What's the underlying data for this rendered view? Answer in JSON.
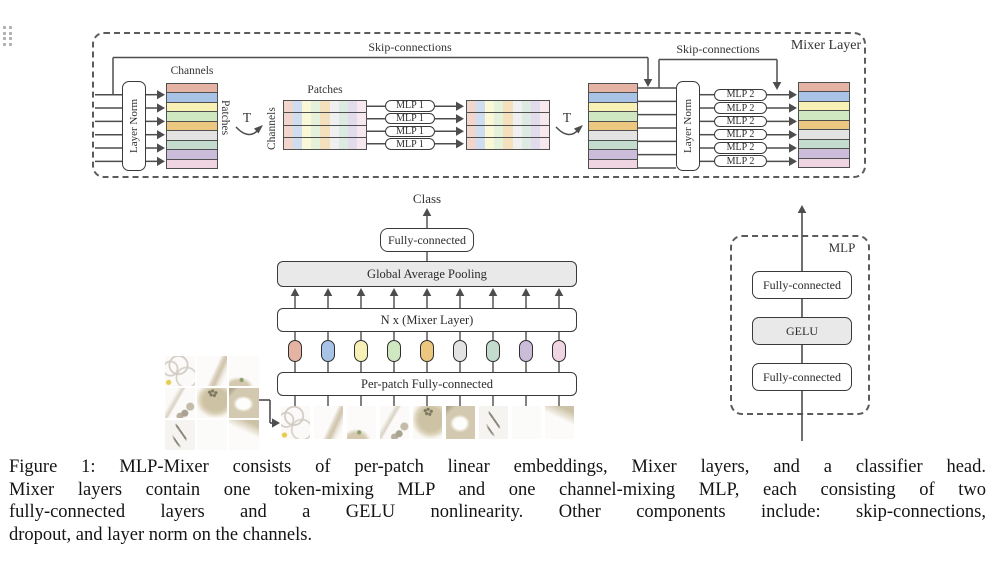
{
  "palette": {
    "row_colors": [
      "#e5b3a3",
      "#a8c3e6",
      "#f7f1b5",
      "#cfe8c1",
      "#ebc77f",
      "#e3e3e3",
      "#c3dcce",
      "#cbbdd9",
      "#efd5e1"
    ],
    "row_colors_light": [
      "#f1d6cd",
      "#cfddf1",
      "#fbf8d7",
      "#e4f2dc",
      "#f4e0bc",
      "#f0f0f0",
      "#dcebe2",
      "#e2dbec",
      "#f7e7ee"
    ],
    "line_color": "#4d4d4d",
    "box_gray": "#e9e9e9"
  },
  "mixer": {
    "title": "Mixer Layer",
    "skip1": "Skip-connections",
    "skip2": "Skip-connections",
    "layer_norm1": "Layer Norm",
    "layer_norm2": "Layer Norm",
    "channels_top": "Channels",
    "patches_side": "Patches",
    "patches_top": "Patches",
    "channels_side": "Channels",
    "transpose1": "T",
    "transpose2": "T",
    "mlp1_label": "MLP 1",
    "mlp1_count": 4,
    "mlp2_label": "MLP 2",
    "mlp2_count": 6,
    "row_count": 9,
    "channel_line_count": 6
  },
  "arch": {
    "class_label": "Class",
    "head": "Fully-connected",
    "gap": "Global Average Pooling",
    "mixer_stack": "N x (Mixer Layer)",
    "per_patch": "Per-patch Fully-connected",
    "token_count": 9
  },
  "mlp_detail": {
    "title": "MLP",
    "fc_top": "Fully-connected",
    "gelu": "GELU",
    "fc_bottom": "Fully-connected"
  },
  "caption": {
    "lines": [
      "Figure 1: MLP-Mixer consists of per-patch linear embeddings, Mixer layers, and a classifier head.",
      "Mixer layers contain one token-mixing MLP and one channel-mixing MLP, each consisting of two",
      "fully-connected layers and a GELU nonlinearity. Other components include: skip-connections,",
      "dropout, and layer norm on the channels."
    ]
  }
}
